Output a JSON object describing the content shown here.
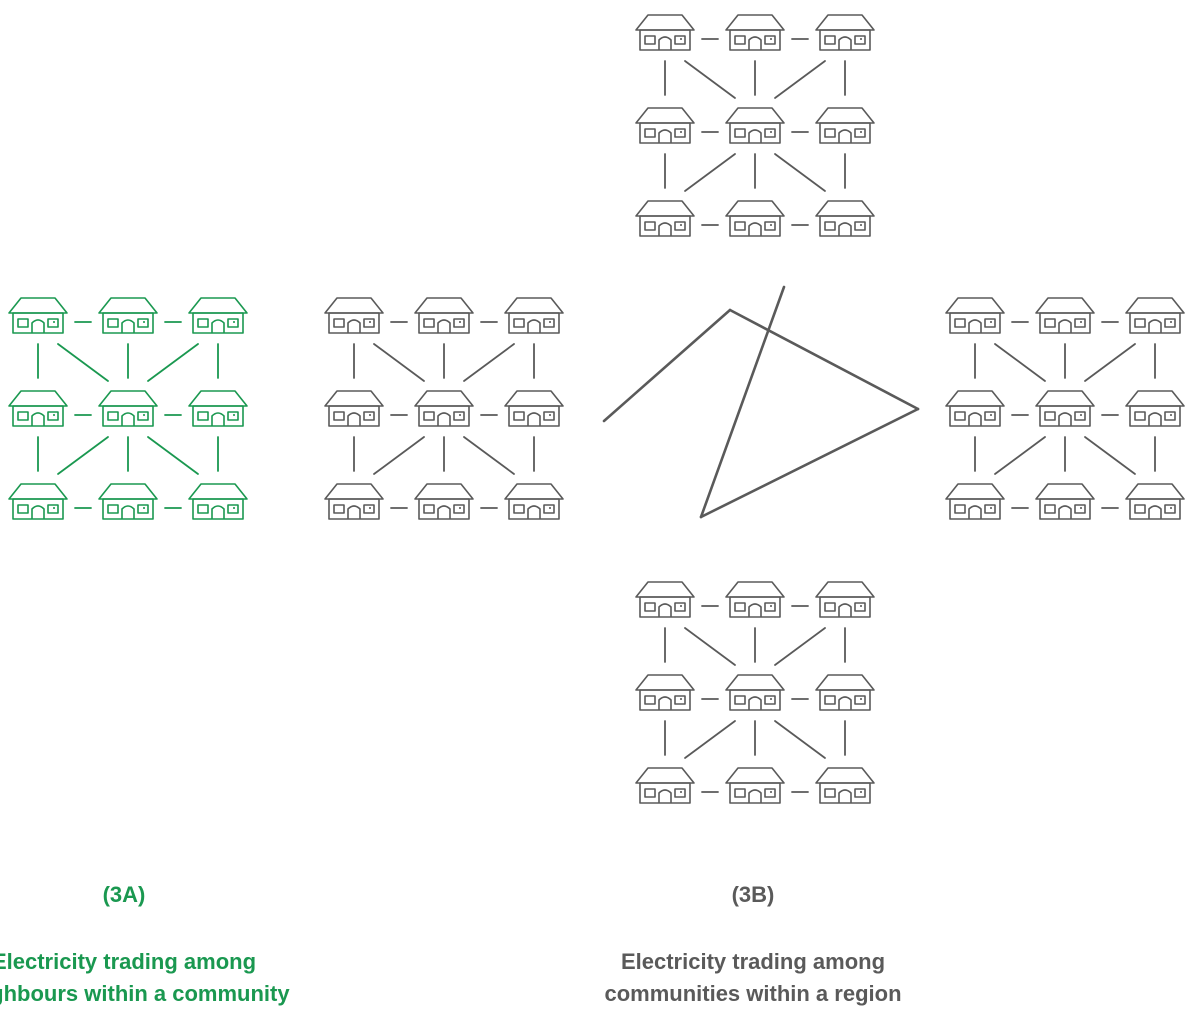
{
  "colors": {
    "community": "#1a9850",
    "region": "#5a5a5a",
    "background": "#ffffff"
  },
  "icons": {
    "house": "house-icon",
    "link": "trading-link"
  },
  "panel_3a": {
    "tag": "(3A)",
    "caption_line1": "Electricity trading among",
    "caption_line2": "neighbours within a community",
    "color": "#1a9850"
  },
  "panel_3b": {
    "tag": "(3B)",
    "caption_line1": "Electricity trading among",
    "caption_line2": "communities within a region",
    "color": "#5a5a5a"
  }
}
